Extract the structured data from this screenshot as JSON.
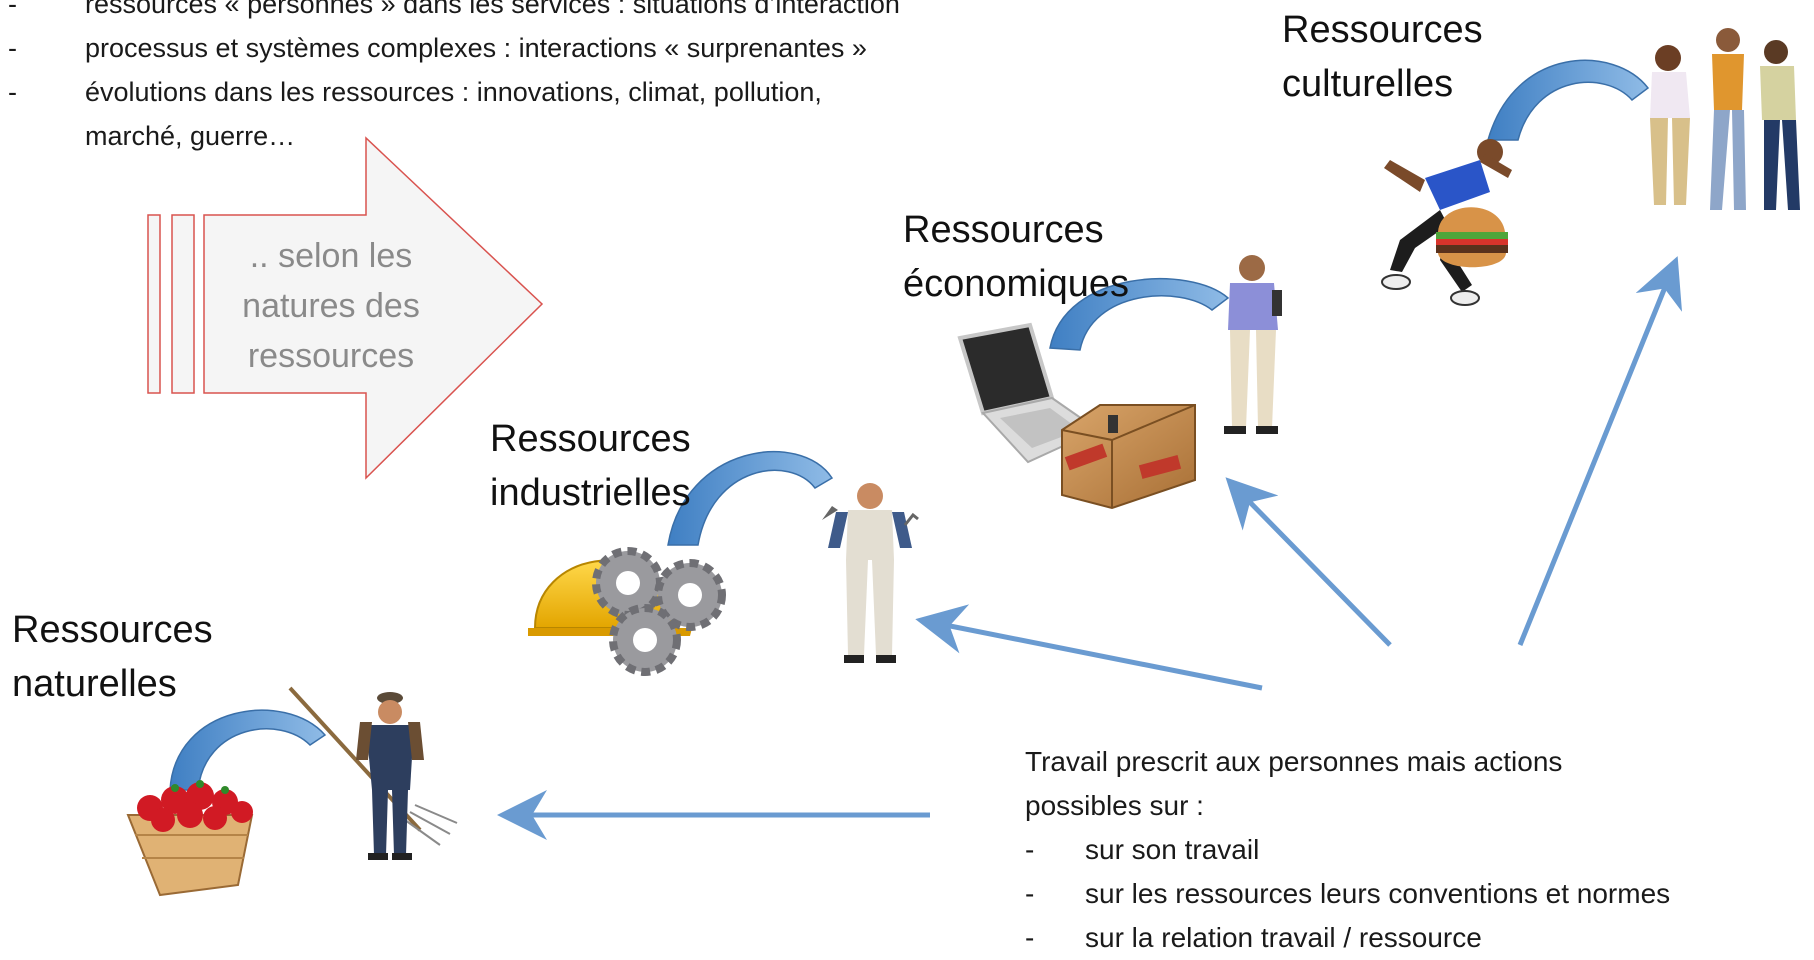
{
  "bullets": [
    "ressources « personnes » dans les services : situations d’interaction",
    "processus et systèmes complexes : interactions  « surprenantes »",
    "évolutions dans les ressources :  innovations, climat, pollution,"
  ],
  "bullet_continuation": "marché, guerre…",
  "big_arrow": {
    "lines": [
      ".. selon les",
      "natures des",
      "ressources"
    ],
    "fill": "#f5f5f5",
    "stroke": "#d9534f"
  },
  "resources": {
    "culturelles": {
      "line1": "Ressources",
      "line2": "culturelles"
    },
    "economiques": {
      "line1": "Ressources",
      "line2": "économiques"
    },
    "industrielles": {
      "line1": "Ressources",
      "line2": "industrielles"
    },
    "naturelles": {
      "line1": "Ressources",
      "line2": "naturelles"
    }
  },
  "bottom_text": {
    "intro1": "Travail prescrit aux personnes mais actions",
    "intro2": "possibles sur :",
    "items": [
      "sur son travail",
      "sur les ressources leurs conventions et normes",
      "sur la relation travail / ressource"
    ]
  },
  "dash": "-",
  "colors": {
    "arrow_blue": "#6a9bd1",
    "curve_blue": "#4a86c5"
  },
  "illustrations": [
    "strawberry-basket-icon",
    "farmer-icon",
    "hard-hat-icon",
    "gears-icon",
    "worker-icon",
    "laptop-icon",
    "fragile-box-icon",
    "businessman-icon",
    "runner-icon",
    "burger-icon",
    "dancers-icon"
  ]
}
